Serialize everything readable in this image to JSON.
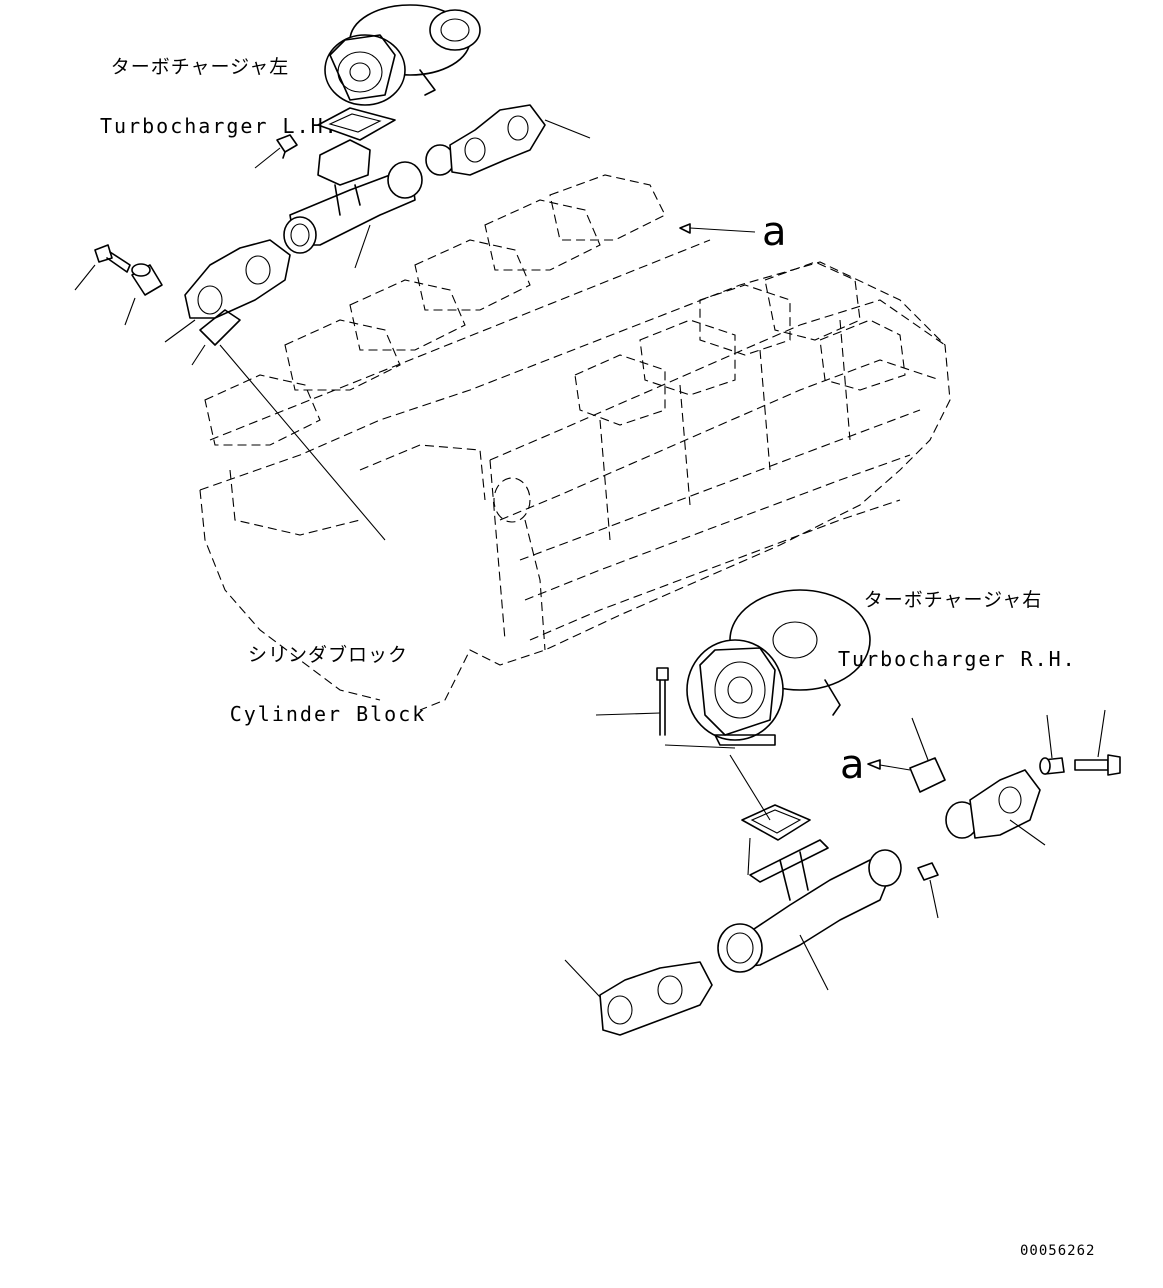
{
  "labels": {
    "turbo_lh_jp": "ターボチャージャ左",
    "turbo_lh_en": "Turbocharger L.H.",
    "turbo_rh_jp": "ターボチャージャ右",
    "turbo_rh_en": "Turbocharger R.H.",
    "block_jp": "シリンダブロック",
    "block_en": "Cylinder Block",
    "ref_a_upper": "a",
    "ref_a_lower": "a",
    "document_id": "00056262"
  }
}
